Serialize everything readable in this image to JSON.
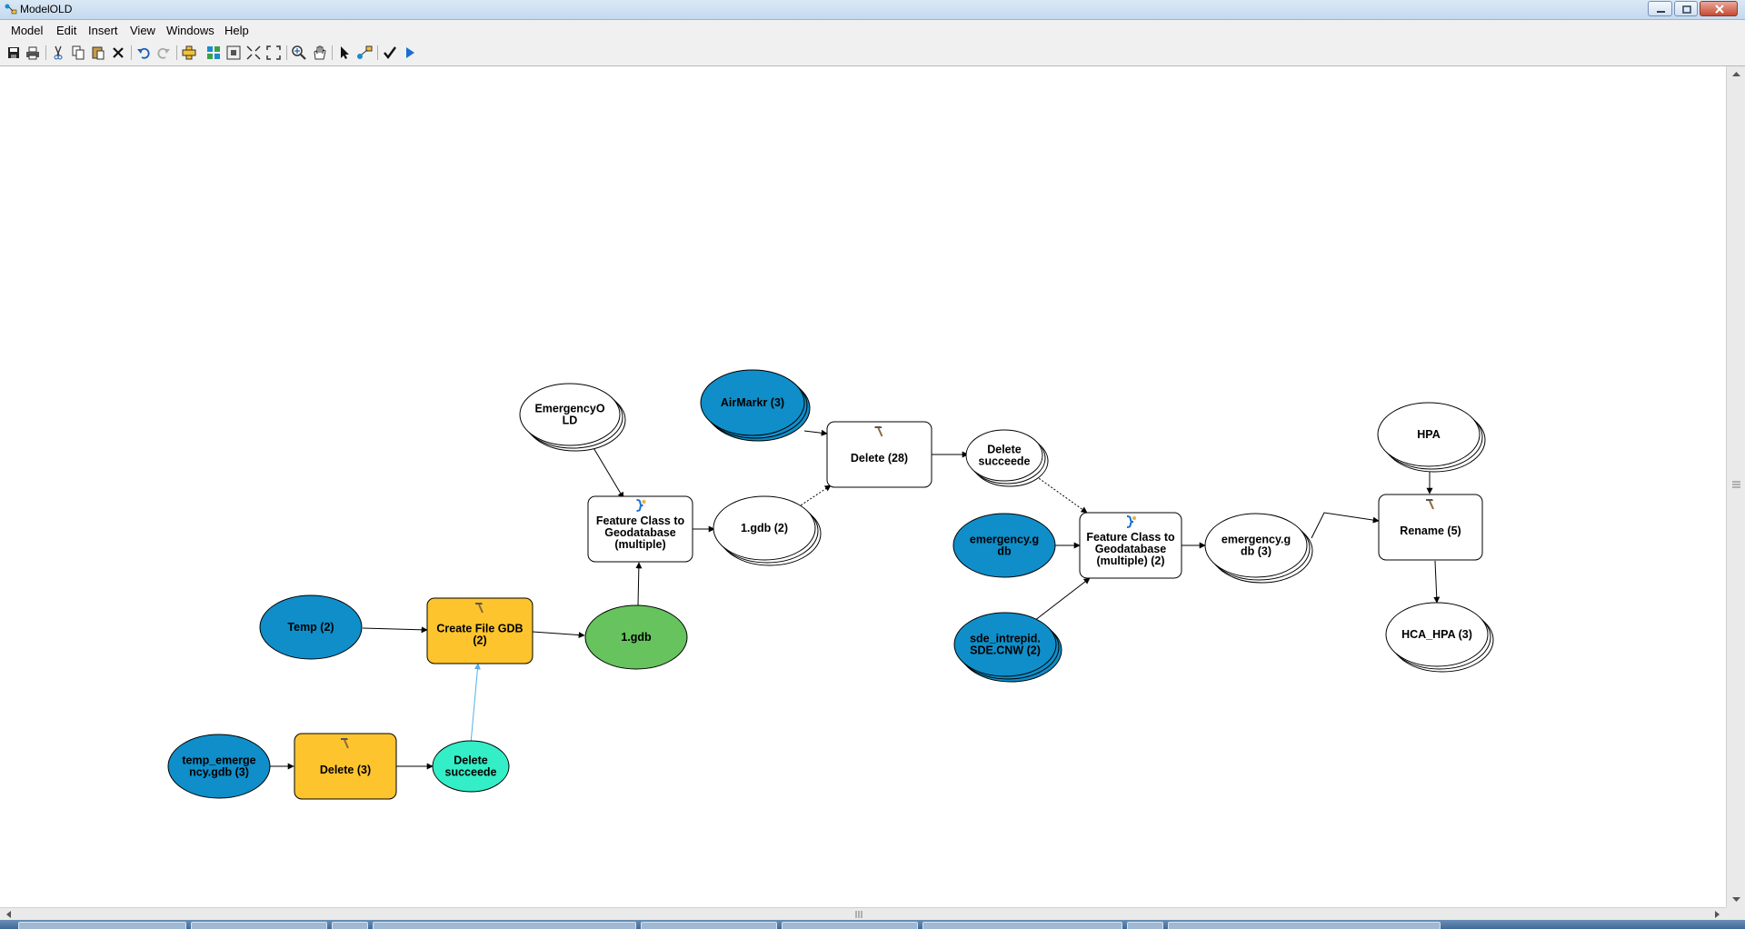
{
  "window": {
    "title": "ModelOLD"
  },
  "menu": [
    "Model",
    "Edit",
    "Insert",
    "View",
    "Windows",
    "Help"
  ],
  "toolbar": {
    "buttons": [
      "save-icon",
      "print-icon",
      "cut-icon",
      "copy-icon",
      "paste-icon",
      "delete-icon",
      "undo-icon",
      "redo-icon",
      "add-data-icon",
      "auto-layout-icon",
      "full-extent-icon",
      "fit-icon",
      "zoom-extent-icon",
      "zoom-in-icon",
      "pan-icon",
      "select-icon",
      "connect-icon",
      "validate-icon",
      "run-icon"
    ]
  },
  "diagram": {
    "nodes": {
      "emergencyold": {
        "label": [
          "EmergencyO",
          "LD"
        ],
        "type": "derived",
        "stack": true
      },
      "fc_gdb_1": {
        "label": [
          "Feature Class to",
          "Geodatabase",
          "(multiple)"
        ],
        "type": "tool",
        "icon": "script-tool-icon"
      },
      "gdb1_2": {
        "label": [
          "1.gdb (2)"
        ],
        "type": "derived",
        "stack": true
      },
      "airmarkr": {
        "label": [
          "AirMarkr (3)"
        ],
        "type": "input",
        "stack": true
      },
      "delete28": {
        "label": [
          "Delete (28)"
        ],
        "type": "tool",
        "icon": "hammer-icon"
      },
      "delete_succeede_1": {
        "label": [
          "Delete",
          "succeede"
        ],
        "type": "derived",
        "stack": true
      },
      "emergency_gdb": {
        "label": [
          "emergency.g",
          "db"
        ],
        "type": "input",
        "stack": false
      },
      "fc_gdb_2": {
        "label": [
          "Feature Class to",
          "Geodatabase",
          "(multiple) (2)"
        ],
        "type": "tool",
        "icon": "script-tool-icon"
      },
      "emergency_gdb_3": {
        "label": [
          "emergency.g",
          "db (3)"
        ],
        "type": "derived",
        "stack": true
      },
      "sde_cnw": {
        "label": [
          "sde_intrepid.",
          "SDE.CNW (2)"
        ],
        "type": "input",
        "stack": true
      },
      "hpa": {
        "label": [
          "HPA"
        ],
        "type": "derived",
        "stack": true
      },
      "rename5": {
        "label": [
          "Rename (5)"
        ],
        "type": "tool",
        "icon": "hammer-icon"
      },
      "hca_hpa": {
        "label": [
          "HCA_HPA (3)"
        ],
        "type": "derived",
        "stack": true
      },
      "temp2": {
        "label": [
          "Temp (2)"
        ],
        "type": "input",
        "stack": false
      },
      "create_file_gdb": {
        "label": [
          "Create File GDB",
          "(2)"
        ],
        "type": "tool-ready",
        "icon": "hammer-icon"
      },
      "gdb1": {
        "label": [
          "1.gdb"
        ],
        "type": "output",
        "stack": false
      },
      "temp_emergency": {
        "label": [
          "temp_emerge",
          "ncy.gdb (3)"
        ],
        "type": "input",
        "stack": false
      },
      "delete3": {
        "label": [
          "Delete (3)"
        ],
        "type": "tool-ready",
        "icon": "hammer-icon"
      },
      "delete_succeede_2": {
        "label": [
          "Delete",
          "succeede"
        ],
        "type": "precondition",
        "stack": false
      }
    },
    "colors": {
      "input": "#0f8ec9",
      "derived": "#ffffff",
      "output": "#66c35e",
      "tool_ready": "#fdc42e",
      "tool": "#ffffff",
      "precondition": "#33eec7",
      "precondition_link": "#55aee8"
    }
  }
}
